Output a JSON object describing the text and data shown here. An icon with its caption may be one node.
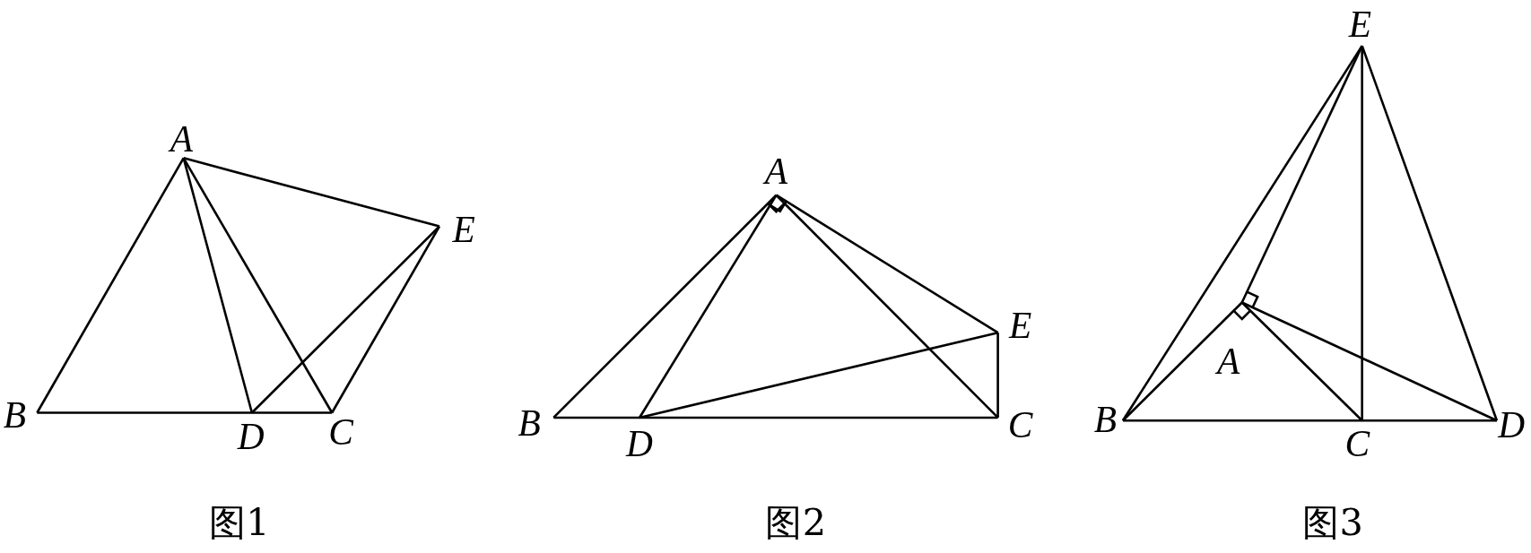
{
  "diagram": {
    "labels": [
      "A",
      "E",
      "B",
      "D",
      "C",
      "图1",
      "A",
      "E",
      "B",
      "D",
      "C",
      "图2",
      "E",
      "A",
      "B",
      "C",
      "D",
      "图3"
    ]
  }
}
